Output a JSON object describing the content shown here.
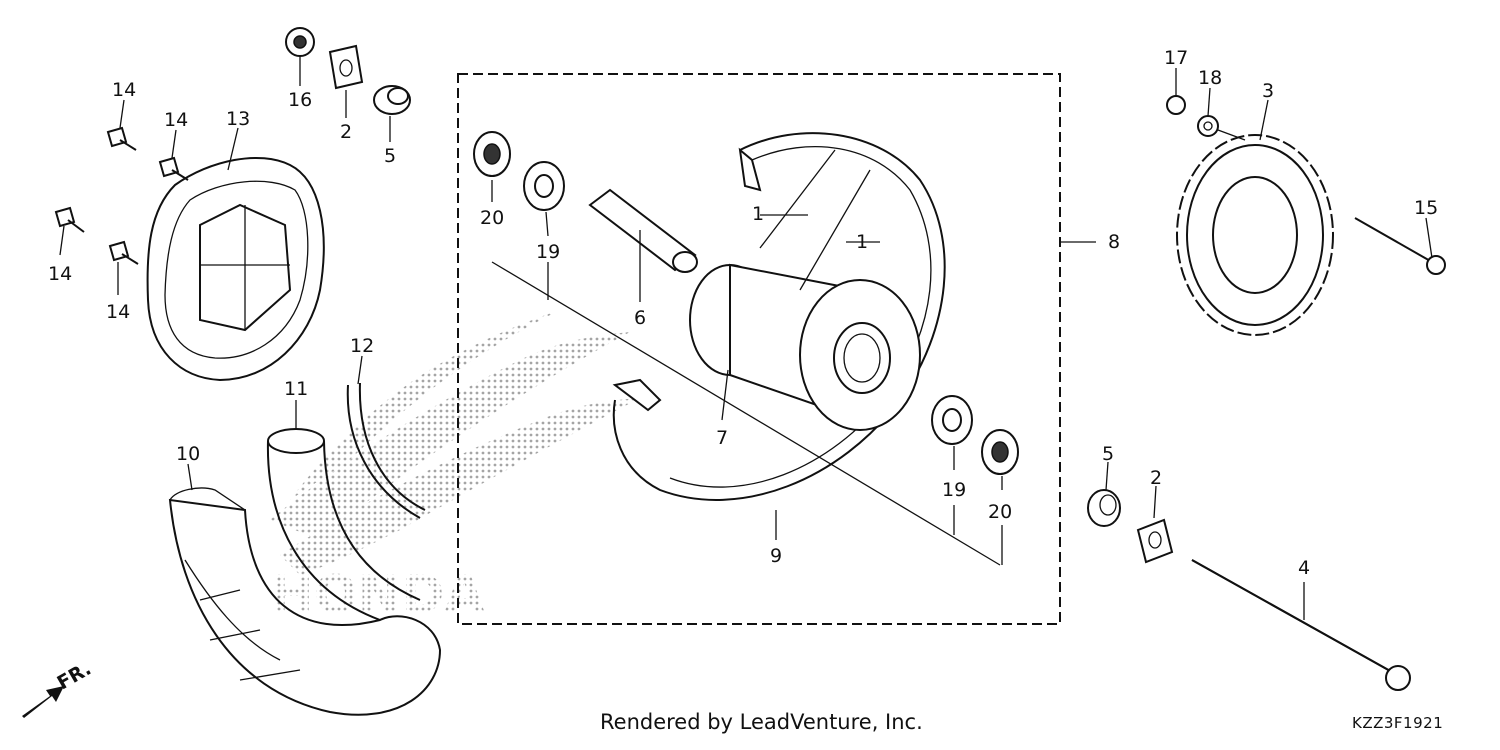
{
  "callouts": {
    "c1a": "1",
    "c1b": "1",
    "c2a": "2",
    "c2b": "2",
    "c3": "3",
    "c4": "4",
    "c5a": "5",
    "c5b": "5",
    "c6": "6",
    "c7": "7",
    "c8": "8",
    "c9": "9",
    "c10": "10",
    "c11": "11",
    "c12": "12",
    "c13": "13",
    "c14a": "14",
    "c14b": "14",
    "c14c": "14",
    "c14d": "14",
    "c15": "15",
    "c16": "16",
    "c17": "17",
    "c18": "18",
    "c19a": "19",
    "c19b": "19",
    "c20a": "20",
    "c20b": "20"
  },
  "front_indicator": "FR.",
  "watermark_brand": "HONDA",
  "footer": {
    "credit": "Rendered by LeadVenture, Inc.",
    "diagram_code": "KZZ3F1921"
  }
}
